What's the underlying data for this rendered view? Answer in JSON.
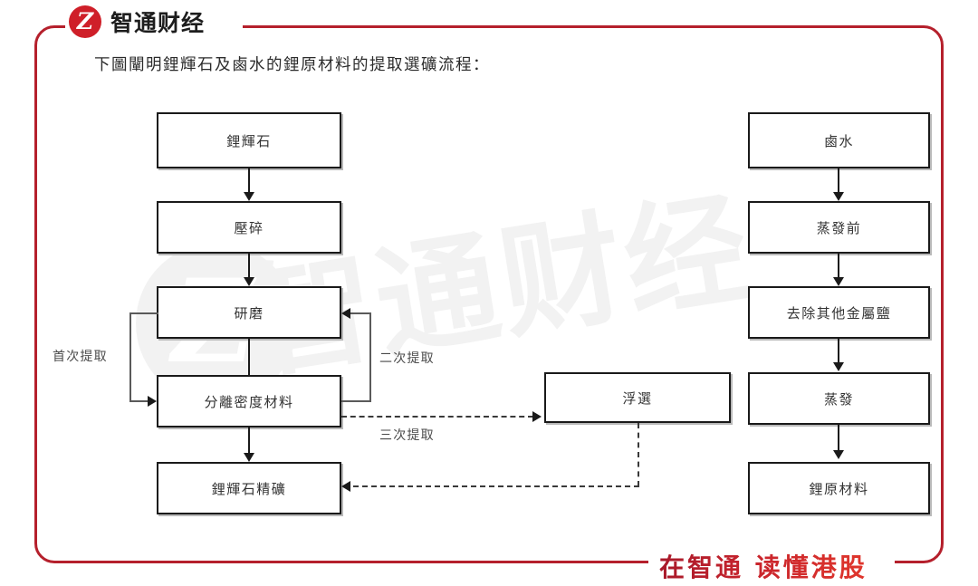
{
  "brand": {
    "logo_icon": "zhitong-z-logo-icon",
    "name": "智通财经",
    "slogan": "在智通  读懂港股",
    "accent_color": "#b5202c",
    "logo_color": "#cf1f29"
  },
  "caption": "下圖闡明鋰輝石及鹵水的鋰原材料的提取選礦流程：",
  "watermark": {
    "text": "智通财经",
    "color": "#f2f2f2"
  },
  "chart_data": {
    "type": "diagram",
    "title": "下圖闡明鋰輝石及鹵水的鋰原材料的提取選礦流程：",
    "columns": [
      {
        "name": "spodumene-branch",
        "nodes": [
          "鋰輝石",
          "壓碎",
          "研磨",
          "分離密度材料",
          "鋰輝石精礦"
        ]
      },
      {
        "name": "flotation-branch",
        "nodes": [
          "浮選"
        ]
      },
      {
        "name": "brine-branch",
        "nodes": [
          "鹵水",
          "蒸發前",
          "去除其他金屬鹽",
          "蒸發",
          "鋰原材料"
        ]
      }
    ],
    "edge_labels": [
      "首次提取",
      "二次提取",
      "三次提取"
    ],
    "edges": [
      {
        "from": "鋰輝石",
        "to": "壓碎",
        "style": "solid"
      },
      {
        "from": "壓碎",
        "to": "研磨",
        "style": "solid"
      },
      {
        "from": "研磨",
        "to": "分離密度材料",
        "style": "solid"
      },
      {
        "from": "研磨",
        "to": "分離密度材料",
        "style": "loop",
        "label": "首次提取"
      },
      {
        "from": "分離密度材料",
        "to": "研磨",
        "style": "loop",
        "label": "二次提取"
      },
      {
        "from": "分離密度材料",
        "to": "浮選",
        "style": "dashed",
        "label": "三次提取"
      },
      {
        "from": "分離密度材料",
        "to": "鋰輝石精礦",
        "style": "solid"
      },
      {
        "from": "浮選",
        "to": "鋰輝石精礦",
        "style": "dashed"
      },
      {
        "from": "鹵水",
        "to": "蒸發前",
        "style": "solid"
      },
      {
        "from": "蒸發前",
        "to": "去除其他金屬鹽",
        "style": "solid"
      },
      {
        "from": "去除其他金屬鹽",
        "to": "蒸發",
        "style": "solid"
      },
      {
        "from": "蒸發",
        "to": "鋰原材料",
        "style": "solid"
      }
    ]
  },
  "nodes": {
    "spodumene": "鋰輝石",
    "crushing": "壓碎",
    "grinding": "研磨",
    "density_separation": "分離密度材料",
    "spodumene_concentrate": "鋰輝石精礦",
    "flotation": "浮選",
    "brine": "鹵水",
    "pre_evaporation": "蒸發前",
    "remove_metal_salts": "去除其他金屬鹽",
    "evaporation": "蒸發",
    "lithium_raw_material": "鋰原材料"
  },
  "labels": {
    "first_extraction": "首次提取",
    "second_extraction": "二次提取",
    "third_extraction": "三次提取"
  }
}
